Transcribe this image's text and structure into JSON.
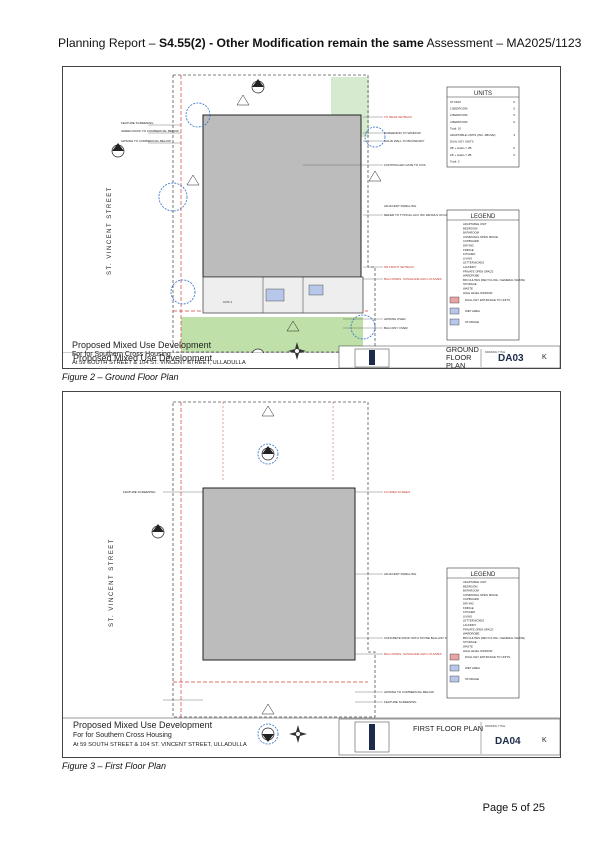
{
  "header": {
    "prefix": "Planning Report – ",
    "bold": "S4.55(2) - Other Modification remain the same",
    "suffix": " Assessment – MA2025/1123"
  },
  "figures": [
    {
      "caption": "Figure 2 – Ground Floor Plan",
      "street": "ST. VINCENT STREET",
      "drawing_title_label": "DRAWING TITLE",
      "drawing_title": "GROUND FLOOR PLAN",
      "drawing_no": "DA03",
      "revision": "K",
      "project": "Proposed Mixed Use Development",
      "client": "For for Southern Cross Housing",
      "address": "At 59 SOUTH STREET & 104 ST. VINCENT STREET, ULLADULLA",
      "annotations": [
        "FEATURE SCREENING",
        "GREEN ROOF TO COMMERCIAL BELOW",
        "AWNING TO COMMERCIAL BELOW",
        "TO REAR SETBACK",
        "SCREENING TO WINDOW",
        "SOLID WALL TO BOUNDARY",
        "CONTROLLED GATE TO COS",
        "ADJACENT DWELLING",
        "REFER TO TYPICAL ACC WC DETAILS ON DA14",
        "5M FRONT SETBACK",
        "BALCONIES, SUNSHADE AND LOUVRES",
        "COS 1",
        "AWNING OVER",
        "BALCONY OVER"
      ],
      "units_table": {
        "title": "UNITS",
        "rows": [
          [
            "STUDIO",
            "0"
          ],
          [
            "1 BEDROOM",
            "5"
          ],
          [
            "2 BEDROOM",
            "5"
          ],
          [
            "3 BEDROOM",
            "0"
          ],
          [
            "Total: 10",
            ""
          ],
          [
            "ADAPTABLE UNITS (INC. ABOVE)",
            "3"
          ],
          [
            "DUAL KEY UNITS",
            ""
          ],
          [
            "2B + studio = 2B",
            "0"
          ],
          [
            "1B + studio = 2B",
            "0"
          ],
          [
            "Total: 0",
            ""
          ]
        ]
      }
    },
    {
      "caption": "Figure 3 – First Floor Plan",
      "street": "ST. VINCENT STREET",
      "drawing_title_label": "DRAWING TITLE",
      "drawing_title": "FIRST FLOOR PLAN",
      "drawing_no": "DA04",
      "revision": "K",
      "project": "Proposed Mixed Use Development",
      "client": "For for Southern Cross Housing",
      "address": "At 59 SOUTH STREET & 104 ST. VINCENT STREET, ULLADULLA",
      "annotations": [
        "FEATURE SCREENING",
        "FLOWER SCREEN",
        "ADJACENT DWELLING",
        "CONCRETE ROOF WITH STONE BALLAST OVER COMMERCIAL BELOW",
        "BALCONIES, SUNSHADE AND LOUVRES",
        "AWNING TO COMMERCIAL BELOW",
        "FEATURE SCREENING"
      ]
    }
  ],
  "legend": {
    "title": "LEGEND",
    "items": [
      "ADAPTABLE UNIT",
      "BEDROOM",
      "BATHROOM",
      "COMMUNAL OPEN SPACE",
      "CUPBOARD",
      "DRYING",
      "FRIDGE",
      "KITCHEN",
      "LIVING",
      "LETTER BOXES",
      "LAUNDRY",
      "PRIVATE OPEN SPACE",
      "WARDROBE",
      "BIN CHUTES (RECYCLING / GENERAL WASTE)",
      "STORAGE",
      "WASTE",
      "HIGH LEVEL WINDOW"
    ],
    "swatches": [
      {
        "label": "DUAL KEY ENTRANCE TO UNITS",
        "color": "#e8a3a3"
      },
      {
        "label": "WET AREA",
        "color": "#b7c7ea"
      },
      {
        "label": "STORAGE",
        "color": "#b7c7ea"
      }
    ]
  },
  "page": {
    "label": "Page 5 of 25"
  },
  "colors": {
    "building": "#bcbcbc",
    "landscape": "#bfe0a8",
    "boundary_red": "#d4403a",
    "tree_blue": "#2e6fc8",
    "sheet_border": "#444444"
  }
}
